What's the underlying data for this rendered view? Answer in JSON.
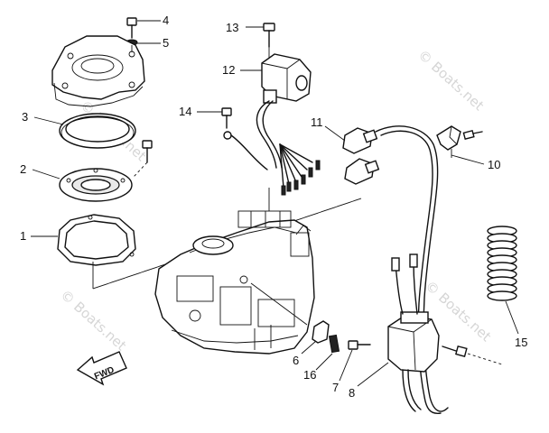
{
  "watermark": "© Boats.net",
  "fwd_label": "FWD",
  "callouts": {
    "p1": "1",
    "p2": "2",
    "p3": "3",
    "p4": "4",
    "p5": "5",
    "p6": "6",
    "p7": "7",
    "p8": "8",
    "p10": "10",
    "p11": "11",
    "p12": "12",
    "p13": "13",
    "p14": "14",
    "p15": "15",
    "p16": "16"
  }
}
